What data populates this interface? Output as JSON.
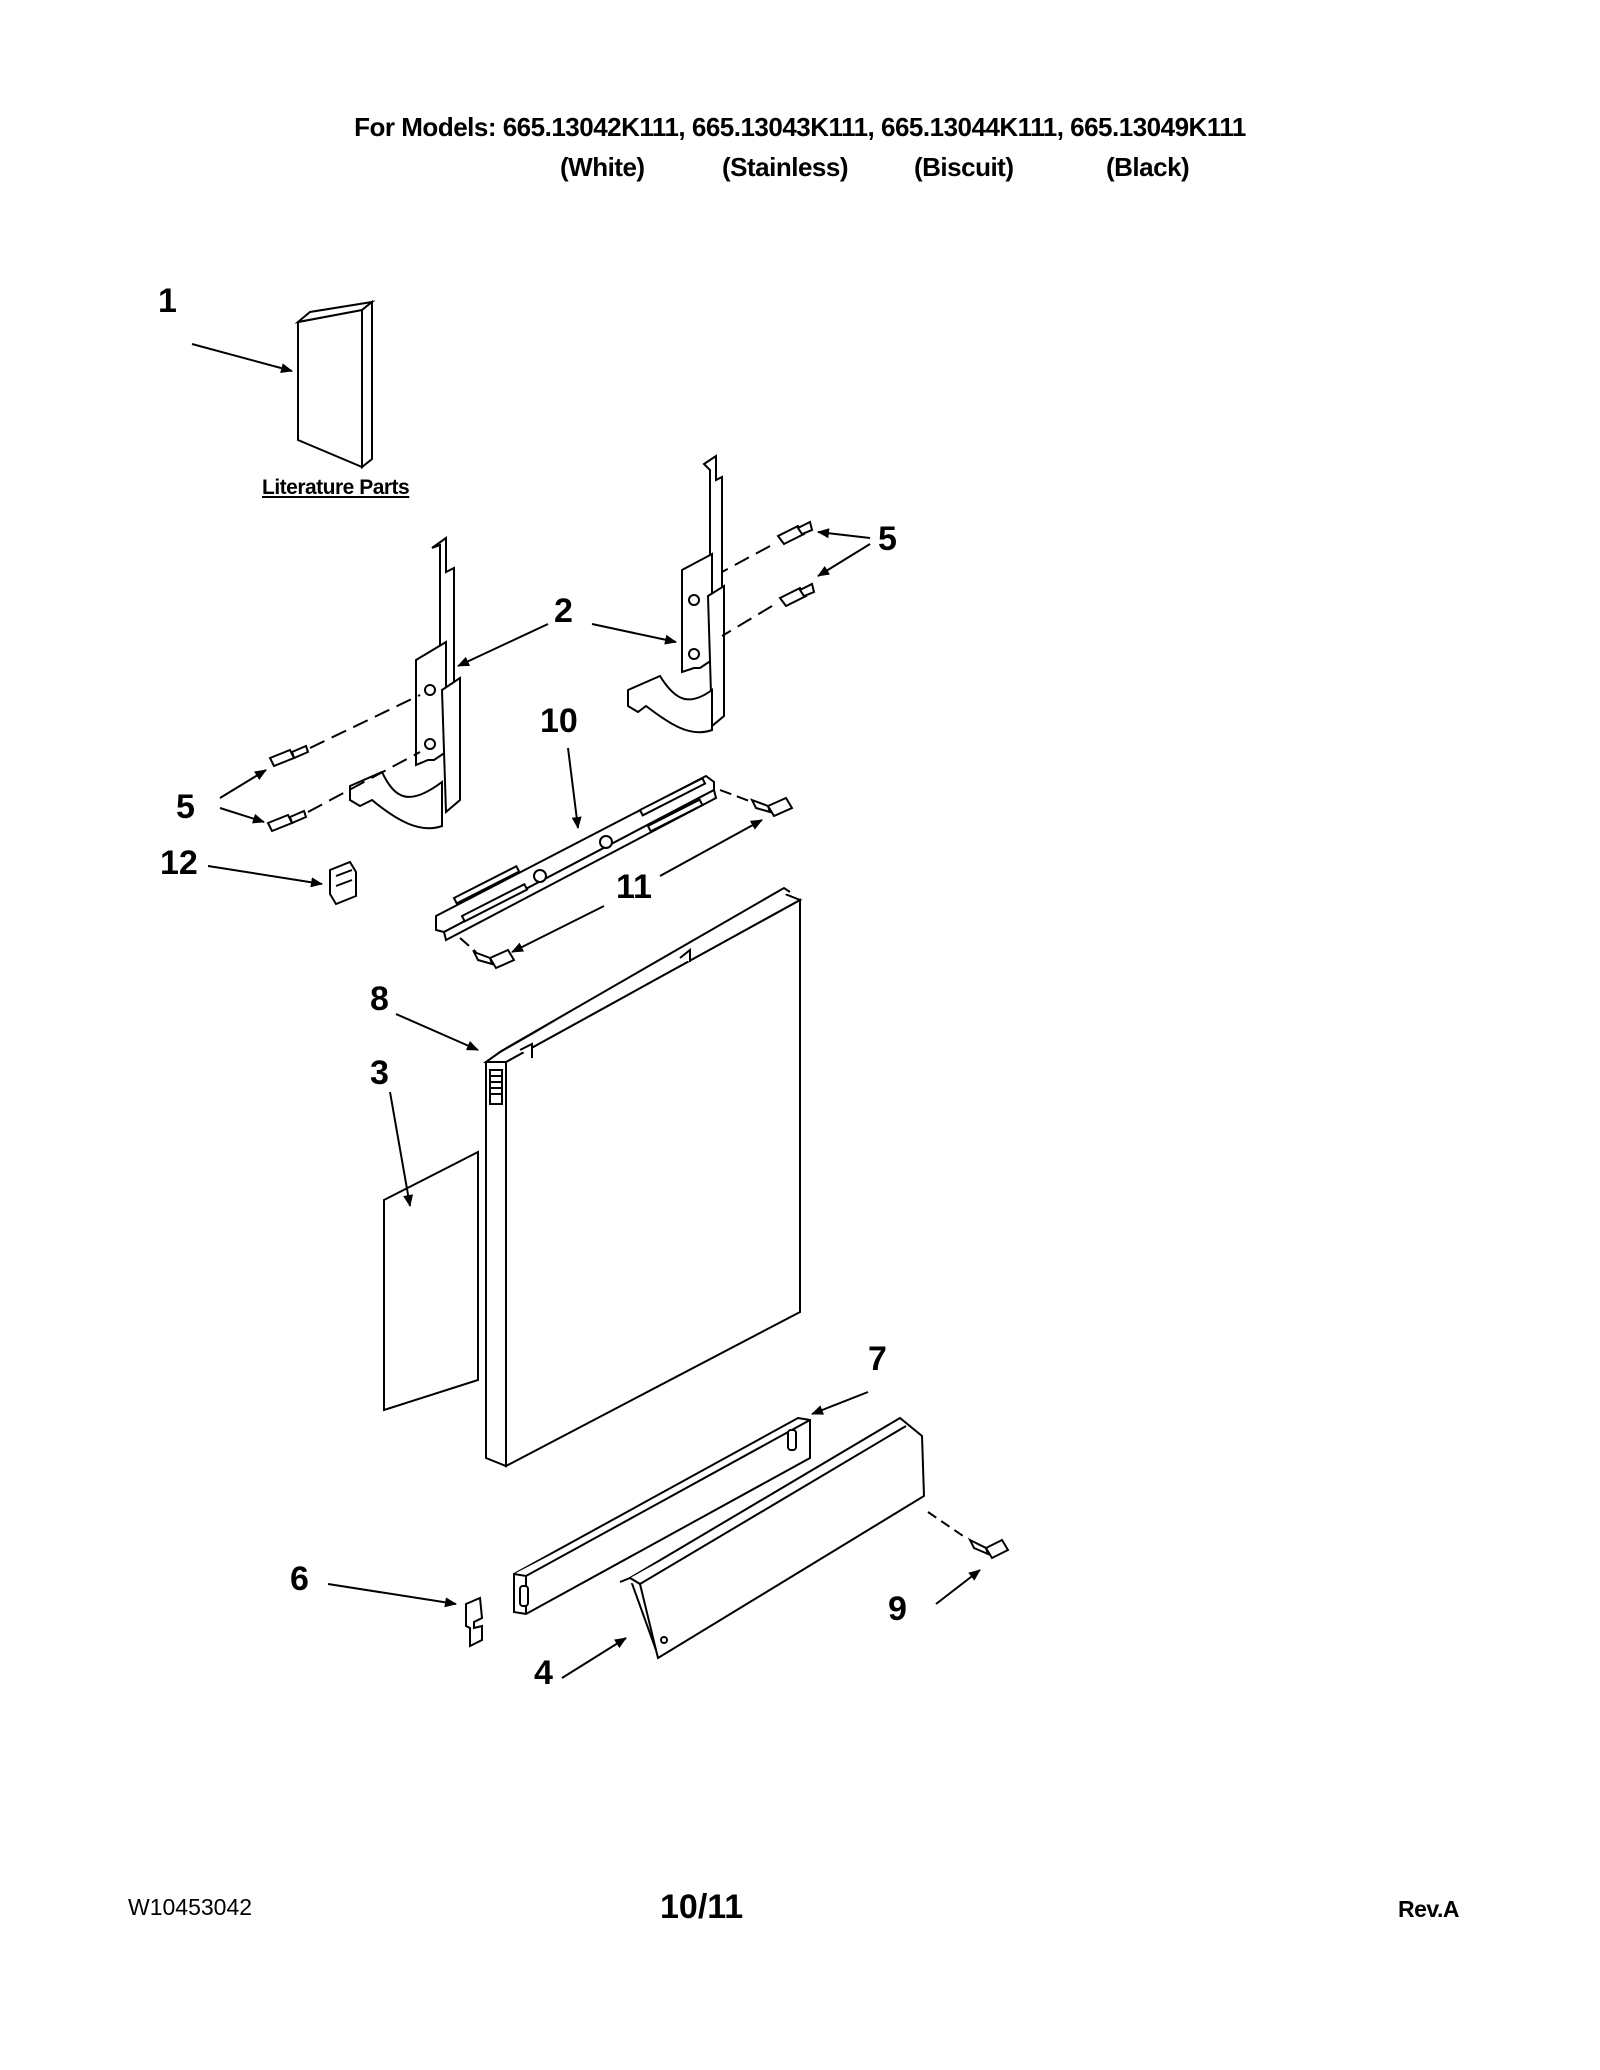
{
  "header": {
    "models_line": "For Models: 665.13042K111, 665.13043K111, 665.13044K111, 665.13049K111",
    "colors": [
      "(White)",
      "(Stainless)",
      "(Biscuit)",
      "(Black)"
    ]
  },
  "literature_label": "Literature Parts",
  "callouts": {
    "c1": "1",
    "c2": "2",
    "c3": "3",
    "c4": "4",
    "c5a": "5",
    "c5b": "5",
    "c6": "6",
    "c7": "7",
    "c8": "8",
    "c9": "9",
    "c10": "10",
    "c11": "11",
    "c12": "12"
  },
  "footer": {
    "doc_number": "W10453042",
    "date": "10/11",
    "revision": "Rev.A"
  }
}
